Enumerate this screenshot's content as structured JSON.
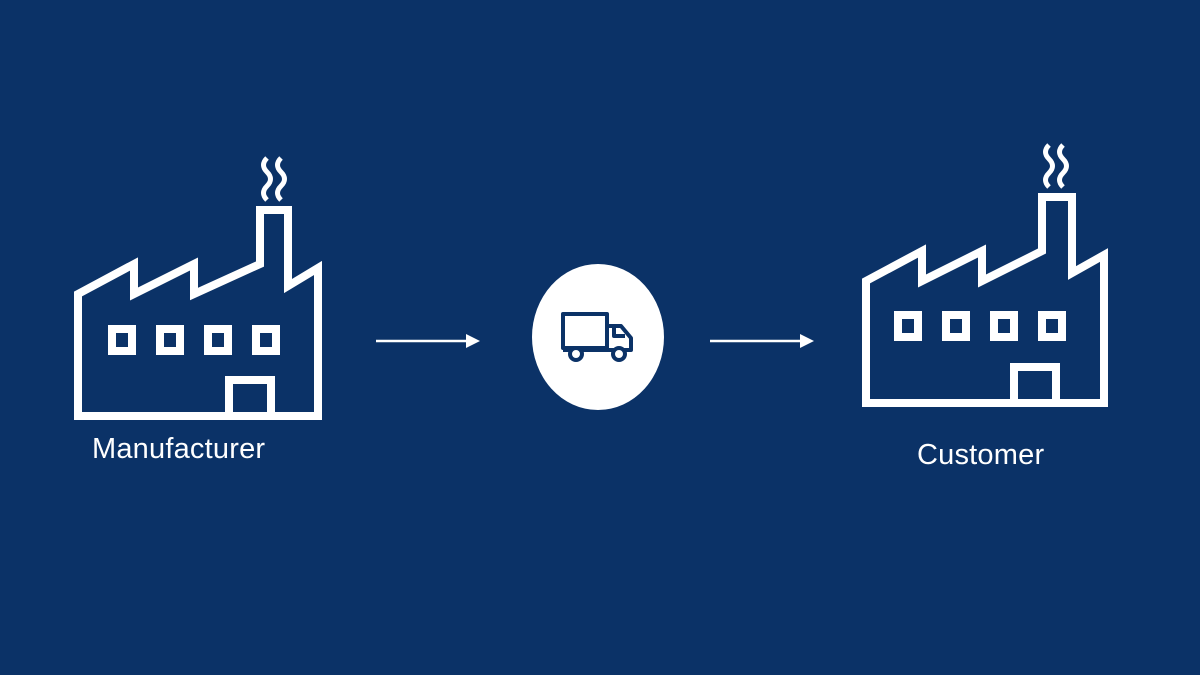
{
  "diagram": {
    "colors": {
      "background": "#0b3267",
      "foreground": "#ffffff",
      "icon_dark": "#0b3267"
    },
    "nodes": [
      {
        "id": "manufacturer",
        "label": "Manufacturer",
        "icon": "factory-icon"
      },
      {
        "id": "transport",
        "label": "",
        "icon": "delivery-truck-icon"
      },
      {
        "id": "customer",
        "label": "Customer",
        "icon": "factory-icon"
      }
    ],
    "edges": [
      {
        "from": "manufacturer",
        "to": "transport"
      },
      {
        "from": "transport",
        "to": "customer"
      }
    ]
  }
}
